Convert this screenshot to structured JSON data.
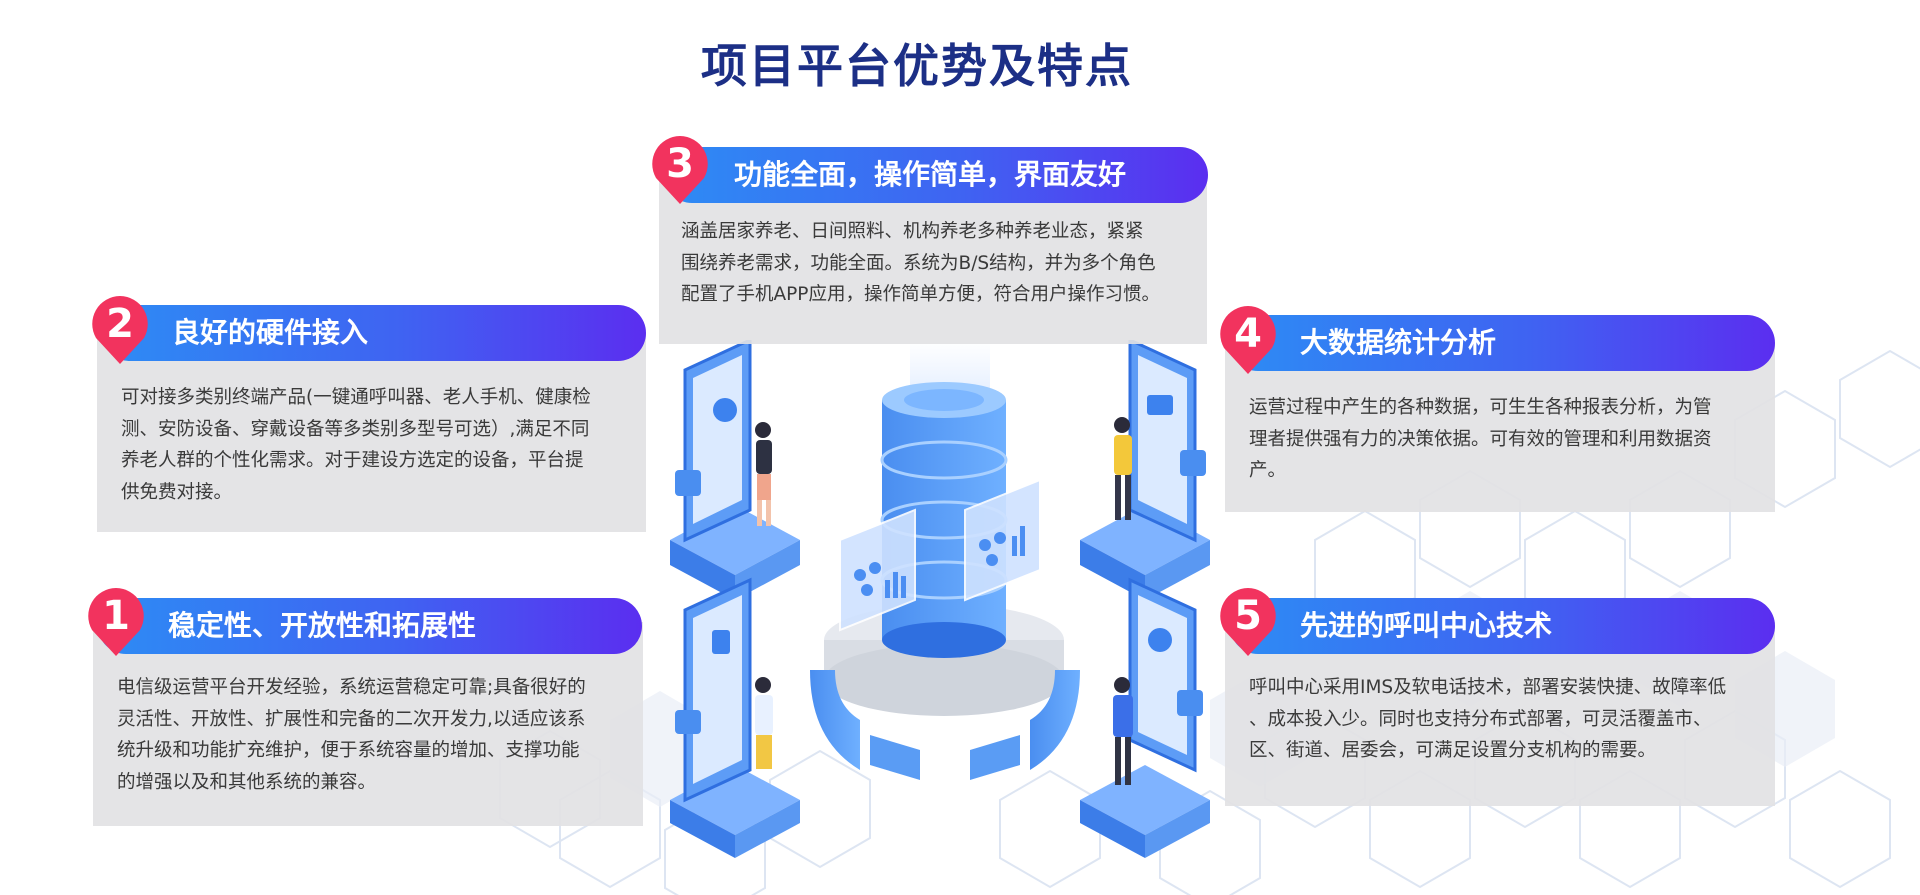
{
  "title": "项目平台优势及特点",
  "colors": {
    "title": "#1c2f86",
    "badge": "#f2335e",
    "header_start": "#2d8cf4",
    "header_end": "#5b2ef0",
    "card_bg": "#e2e2e4",
    "illustration_blue": "#3f86ef"
  },
  "features": [
    {
      "number": "1",
      "title": "稳定性、开放性和拓展性",
      "lines": [
        "电信级运营平台开发经验，系统运营稳定可靠;具备很好的",
        "灵活性、开放性、扩展性和完备的二次开发力,以适应该系",
        "统升级和功能扩充维护，便于系统容量的增加、支撑功能",
        "的增强以及和其他系统的兼容。"
      ]
    },
    {
      "number": "2",
      "title": "良好的硬件接入",
      "lines": [
        "可对接多类别终端产品(一键通呼叫器、老人手机、健康检",
        "测、安防设备、穿戴设备等多类别多型号可选）,满足不同",
        "养老人群的个性化需求。对于建设方选定的设备，平台提",
        "供免费对接。"
      ]
    },
    {
      "number": "3",
      "title": "功能全面，操作简单，界面友好",
      "lines": [
        "涵盖居家养老、日间照料、机构养老多种养老业态，紧紧",
        "围绕养老需求，功能全面。系统为B/S结构，并为多个角色",
        "配置了手机APP应用，操作简单方便，符合用户操作习惯。"
      ]
    },
    {
      "number": "4",
      "title": "大数据统计分析",
      "lines": [
        "运营过程中产生的各种数据，可生生各种报表分析，为管",
        "理者提供强有力的决策依据。可有效的管理和利用数据资",
        "产。"
      ]
    },
    {
      "number": "5",
      "title": "先进的呼叫中心技术",
      "lines": [
        "呼叫中心采用IMS及软电话技术，部署安装快捷、故障率低",
        "、成本投入少。同时也支持分布式部署，可灵活覆盖市、",
        "区、街道、居委会，可满足设置分支机构的需要。"
      ]
    }
  ]
}
